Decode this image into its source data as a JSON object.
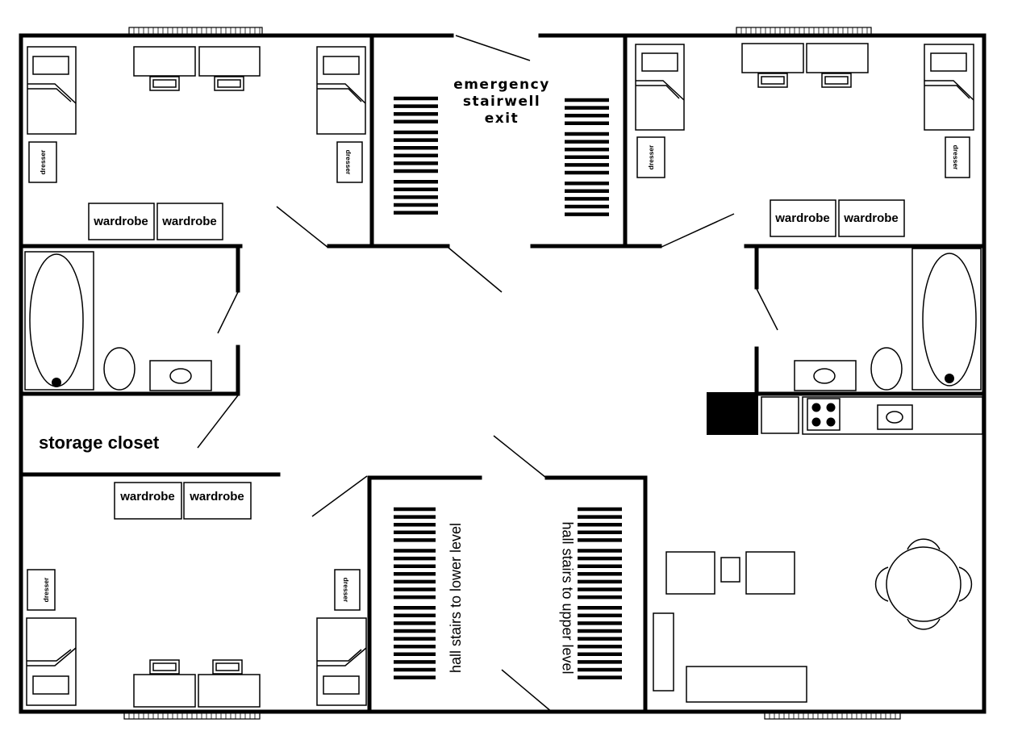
{
  "labels": {
    "emergency_line1": "emergency",
    "emergency_line2": "stairwell",
    "emergency_line3": "exit",
    "storage_closet": "storage closet",
    "hall_stairs_lower": "hall stairs to lower level",
    "hall_stairs_upper": "hall stairs to upper level",
    "wardrobe": "wardrobe",
    "dresser": "dresser"
  },
  "colors": {
    "ink": "#000000",
    "paper": "#ffffff"
  }
}
